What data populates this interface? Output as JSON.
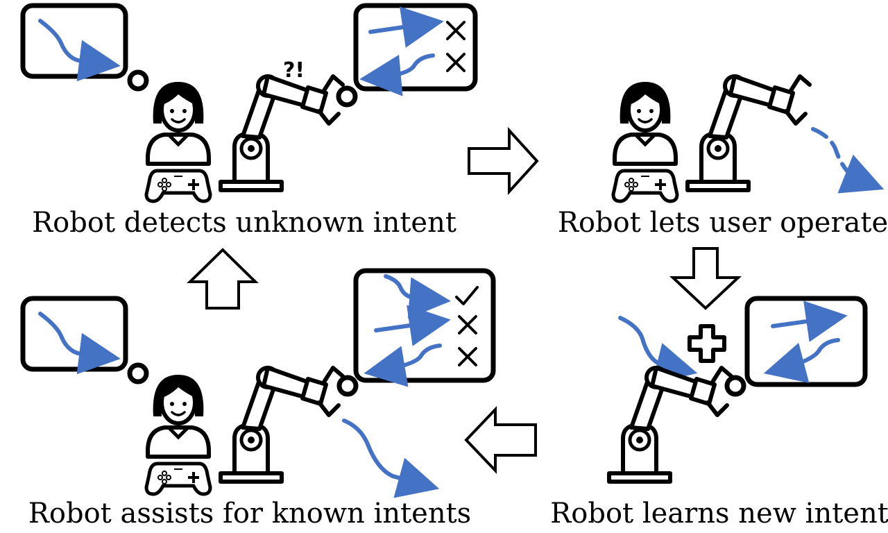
{
  "colors": {
    "trajectory": "#4472C4",
    "ink": "#000000",
    "background": "#ffffff"
  },
  "labels": {
    "detect": "Robot detects unknown intent",
    "operate": "Robot lets user operate",
    "learn": "Robot learns new intent",
    "assist": "Robot assists for known intents"
  },
  "robot_confusion": "?!",
  "icons": {
    "user": "user-icon",
    "gamepad": "gamepad-icon",
    "robot_arm": "robot-arm-icon",
    "check": "check-icon",
    "cross": "cross-icon",
    "plus": "plus-icon",
    "flow_arrow": "outline-arrow-icon"
  }
}
